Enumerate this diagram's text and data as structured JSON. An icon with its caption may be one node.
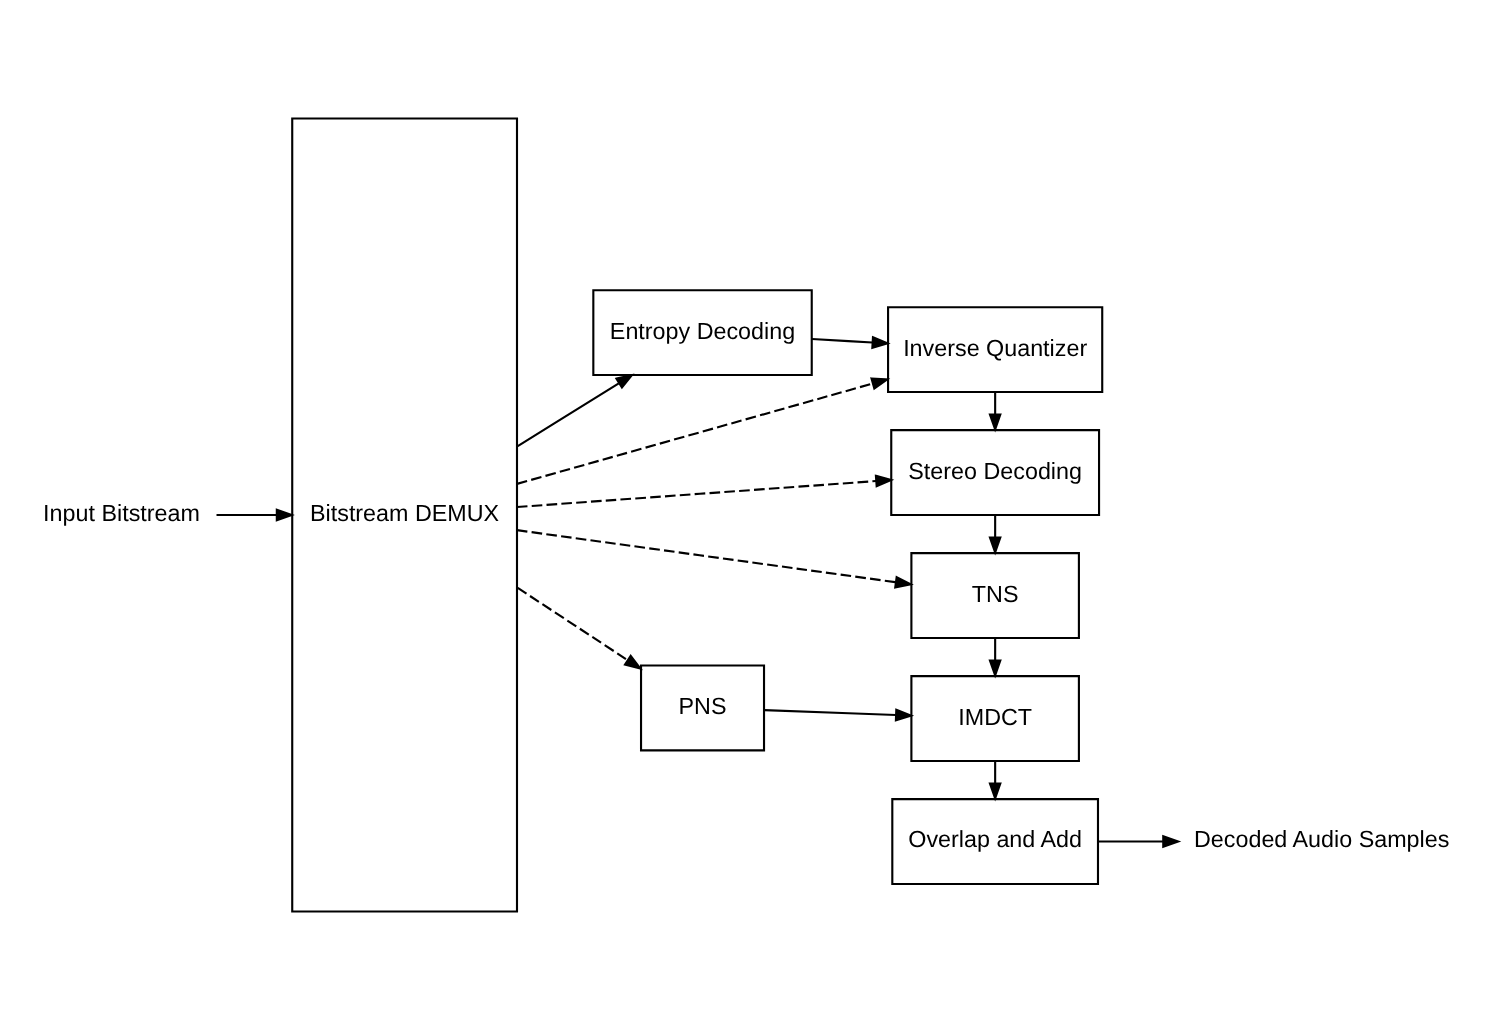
{
  "diagram": {
    "nodes": [
      {
        "text": [
          "Input Bitstream"
        ]
      },
      {
        "text": [
          "Bitstream DEMUX"
        ]
      },
      {
        "text": [
          "Entropy Decoding"
        ]
      },
      {
        "text": [
          "Inverse Quantizer"
        ]
      },
      {
        "text": [
          "Stereo Decoding"
        ]
      },
      {
        "text": [
          "TNS"
        ]
      },
      {
        "text": [
          "PNS"
        ]
      },
      {
        "text": [
          "IMDCT"
        ]
      },
      {
        "text": [
          "Overlap and Add"
        ]
      },
      {
        "text": [
          "Decoded Audio Samples"
        ]
      }
    ],
    "edges": [
      {
        "from": 0,
        "to": 1,
        "arrow": "to"
      },
      {
        "from": 1,
        "to": 2,
        "arrow": "to"
      },
      {
        "from": 2,
        "to": 3,
        "arrow": "to"
      },
      {
        "from": 1,
        "to": 3,
        "arrow": "to",
        "style": "dashed"
      },
      {
        "from": 3,
        "to": 4,
        "arrow": "to"
      },
      {
        "from": 1,
        "to": 4,
        "arrow": "to",
        "style": "dashed"
      },
      {
        "from": 4,
        "to": 5,
        "arrow": "to"
      },
      {
        "from": 1,
        "to": 5,
        "arrow": "to",
        "style": "dashed"
      },
      {
        "from": 5,
        "to": 7,
        "arrow": "to"
      },
      {
        "from": 1,
        "to": 6,
        "arrow": "to",
        "style": "dashed"
      },
      {
        "from": 6,
        "to": 7,
        "arrow": "to"
      },
      {
        "from": 7,
        "to": 8,
        "arrow": "to"
      },
      {
        "from": 8,
        "to": 9,
        "arrow": "to"
      }
    ]
  }
}
